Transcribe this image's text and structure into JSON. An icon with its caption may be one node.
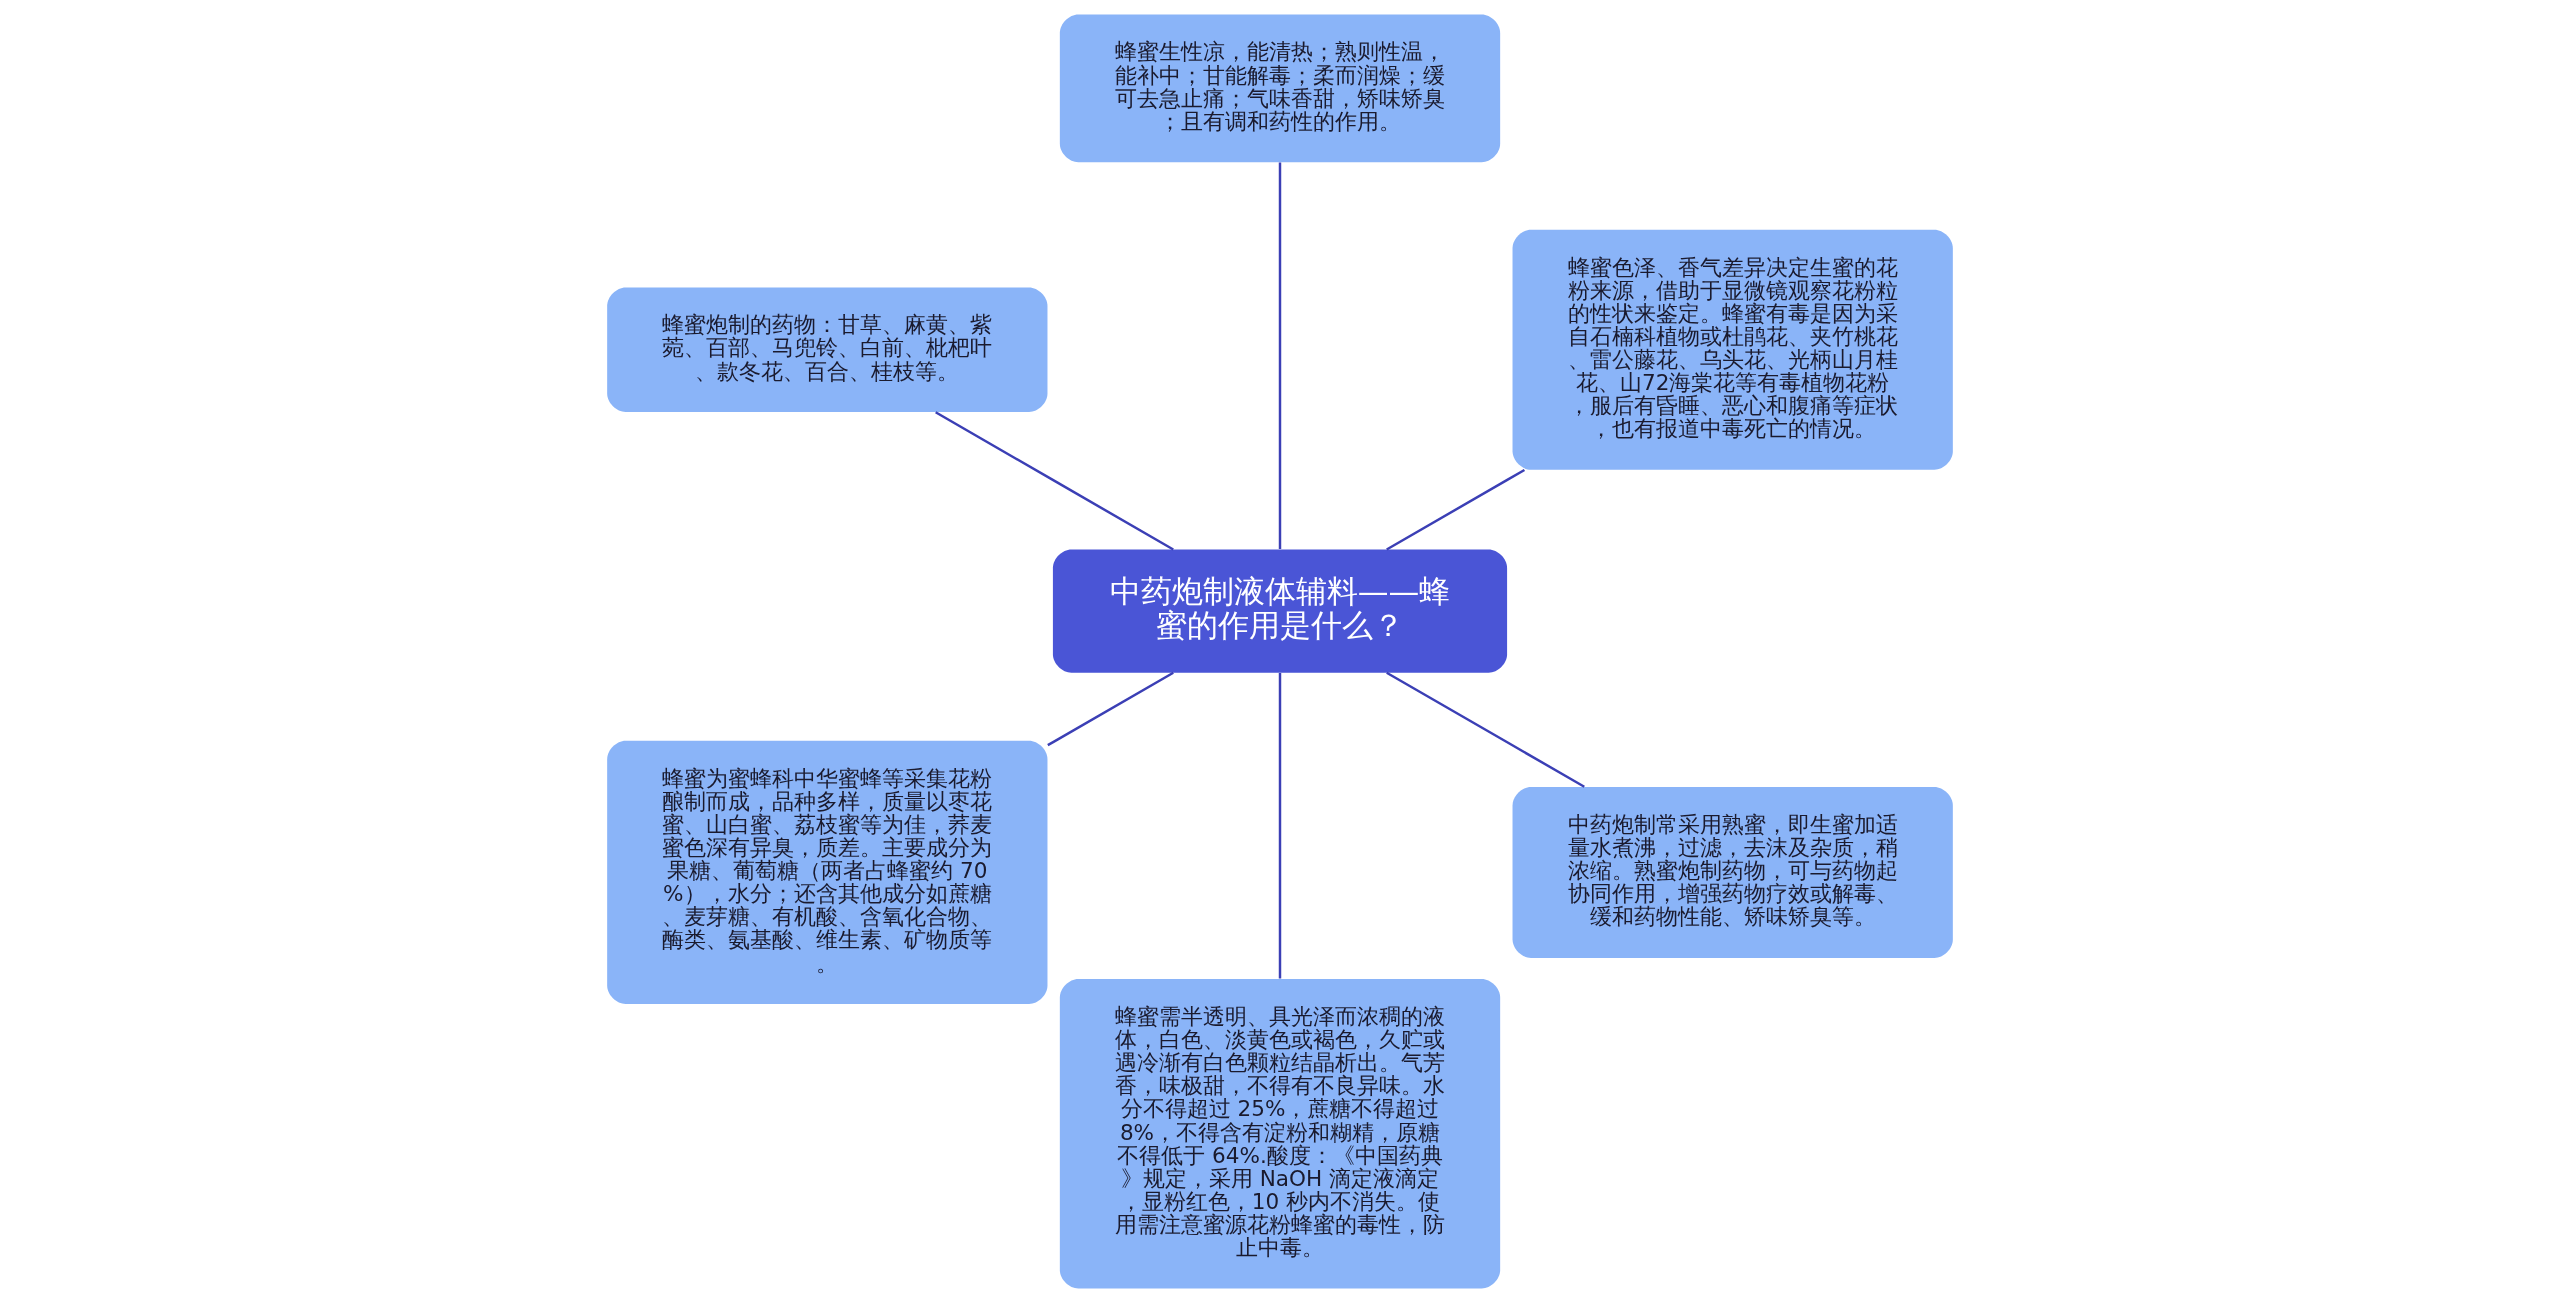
{
  "diagram": {
    "nodes": [
      {
        "text": [
          "中药炮制液体辅料——蜂蜜的作用是什么？"
        ]
      },
      {
        "text": [
          "蜂蜜色泽、香气差异决定生蜜的花粉来源，借助于显微镜观察花粉粒的性状来鉴定。蜂蜜有毒是因为采自石楠科植物或杜鹃花、夹竹桃花、雷公藤花、乌头花、光柄山月桂花、山72海棠花等有毒植物花粉，服后有昏睡、恶心和腹痛等症状，也有报道中毒死亡的情况。"
        ]
      },
      {
        "text": [
          "蜂蜜生性凉，能清热；熟则性温，能补中；甘能解毒；柔而润燥；缓可去急止痛；气味香甜，矫味矫臭；且有调和药性的作用。"
        ]
      },
      {
        "text": [
          "蜂蜜炮制的药物：甘草、麻黄、紫菀、百部、马兜铃、白前、枇杷叶、款冬花、百合、桂枝等。"
        ]
      },
      {
        "text": [
          "蜂蜜为蜜蜂科中华蜜蜂等采集花粉酿制而成，品种多样，质量以枣花蜜、山白蜜、荔枝蜜等为佳，荞麦蜜色深有异臭，质差。主要成分为果糖、葡萄糖（两者占蜂蜜约 70%），水分；还含其他成分如蔗糖、麦芽糖、有机酸、含氧化合物、酶类、氨基酸、维生素、矿物质等。"
        ]
      },
      {
        "text": [
          "蜂蜜需半透明、具光泽而浓稠的液体，白色、淡黄色或褐色，久贮或遇冷渐有白色颗粒结晶析出。气芳香，味极甜，不得有不良异味。水分不得超过 25%，蔗糖不得超过 8%，不得含有淀粉和糊精，原糖不得低于 64%.酸度：《中国药典》规定，采用 NaOH 滴定液滴定，显粉红色，10 秒内不消失。使用需注意蜜源花粉蜂蜜的毒性，防止中毒。"
        ]
      },
      {
        "text": [
          "中药炮制常采用熟蜜，即生蜜加适量水煮沸，过滤，去沫及杂质，稍浓缩。熟蜜炮制药物，可与药物起协同作用，增强药物疗效或解毒、缓和药物性能、矫味矫臭等。"
        ]
      }
    ],
    "edges": [
      {
        "from": 0,
        "to": 1,
        "arrow": "none"
      },
      {
        "from": 0,
        "to": 2,
        "arrow": "none"
      },
      {
        "from": 0,
        "to": 3,
        "arrow": "none"
      },
      {
        "from": 0,
        "to": 4,
        "arrow": "none"
      },
      {
        "from": 0,
        "to": 5,
        "arrow": "none"
      },
      {
        "from": 0,
        "to": 6,
        "arrow": "none"
      }
    ]
  }
}
